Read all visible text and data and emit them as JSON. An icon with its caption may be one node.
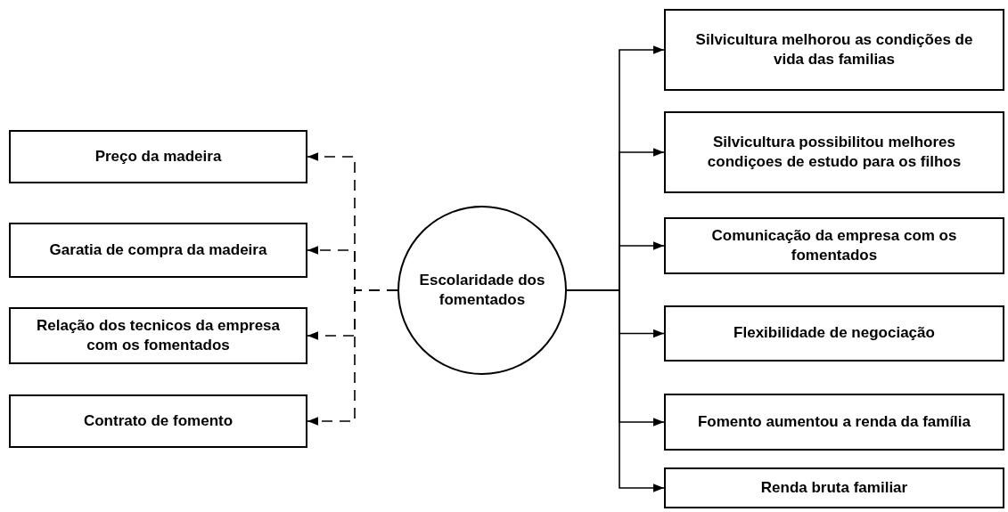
{
  "diagram": {
    "nodes": [
      {
        "text": [
          "Preço da madeira"
        ]
      },
      {
        "text": [
          "Garatia de compra da madeira"
        ]
      },
      {
        "text": [
          "Relação dos tecnicos da empresa com os fomentados"
        ]
      },
      {
        "text": [
          "Contrato de fomento"
        ]
      },
      {
        "text": [
          "Escolaridade dos fomentados"
        ]
      },
      {
        "text": [
          "Silvicultura melhorou as condições de vida das familias"
        ]
      },
      {
        "text": [
          "Silvicultura possibilitou melhores condiçoes de estudo para os filhos"
        ]
      },
      {
        "text": [
          "Comunicação da empresa com os fomentados"
        ]
      },
      {
        "text": [
          "Flexibilidade de negociação"
        ]
      },
      {
        "text": [
          "Fomento aumentou a renda da família"
        ]
      },
      {
        "text": [
          "Renda bruta familiar"
        ]
      }
    ],
    "edges": [
      {
        "from": 4,
        "to": 0,
        "arrow": "to",
        "style": "dashed"
      },
      {
        "from": 4,
        "to": 1,
        "arrow": "to",
        "style": "dashed"
      },
      {
        "from": 4,
        "to": 2,
        "arrow": "to",
        "style": "dashed"
      },
      {
        "from": 4,
        "to": 3,
        "arrow": "to",
        "style": "dashed"
      },
      {
        "from": 4,
        "to": 5,
        "arrow": "to"
      },
      {
        "from": 4,
        "to": 6,
        "arrow": "to"
      },
      {
        "from": 4,
        "to": 7,
        "arrow": "to"
      },
      {
        "from": 4,
        "to": 8,
        "arrow": "to"
      },
      {
        "from": 4,
        "to": 9,
        "arrow": "to"
      },
      {
        "from": 4,
        "to": 10,
        "arrow": "to"
      }
    ]
  }
}
